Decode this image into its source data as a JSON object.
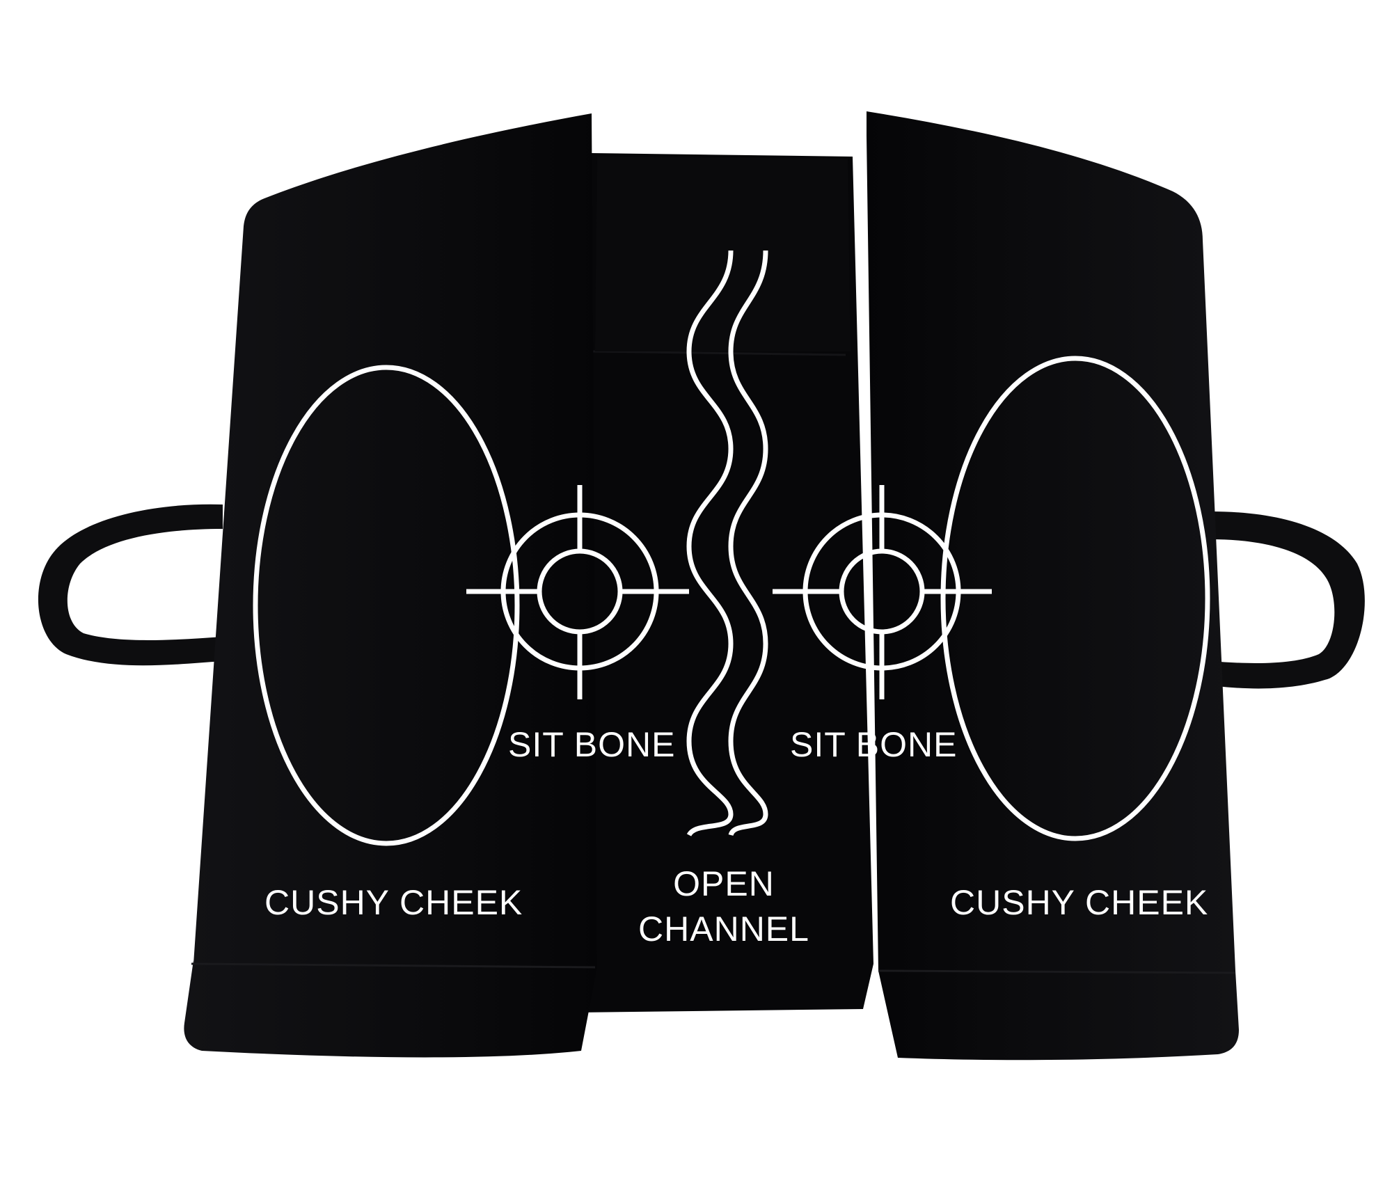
{
  "labels": {
    "cheek_left": "CUSHY CHEEK",
    "cheek_right": "CUSHY CHEEK",
    "sit_bone_left": "SIT BONE",
    "sit_bone_right": "SIT BONE",
    "channel_line1": "OPEN",
    "channel_line2": "CHANNEL"
  },
  "colors": {
    "background": "#ffffff",
    "cushion": "#0b0b0d",
    "channel": "#060608",
    "overlay": "#ffffff"
  },
  "icons": {
    "sit_bone_marker": "crosshair-target-icon",
    "cheek_marker": "ellipse-outline",
    "channel_marker": "wavy-lines"
  }
}
